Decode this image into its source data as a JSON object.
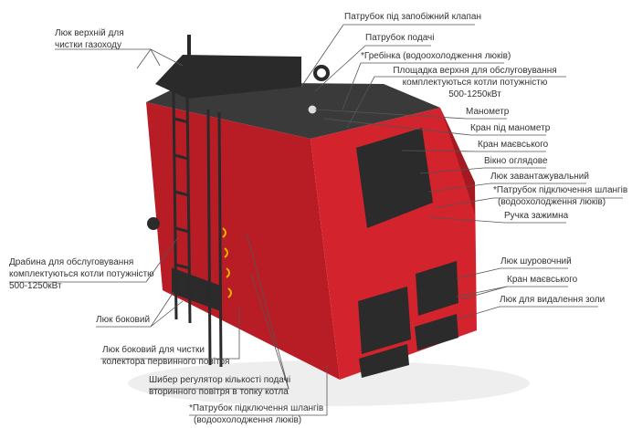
{
  "colors": {
    "body": "#c8202a",
    "body_dark": "#9c1820",
    "steel": "#2e2e2e",
    "line": "#444444"
  },
  "labels": {
    "top_hatch": [
      "Люк верхній для",
      "чистки газоходу"
    ],
    "safety_valve": "Патрубок під запобіжний клапан",
    "supply_pipe": "Патрубок подачі",
    "comb": "*Гребінка (водоохолодження люків)",
    "top_platform": [
      "Площадка верхня для обслуговування",
      "комплектуються котли потужністю",
      "500-1250кВт"
    ],
    "manometer": "Манометр",
    "manometer_valve": "Кран під манометр",
    "mayevsky_valve_top": "Кран маєвського",
    "sight_window": "Вікно оглядове",
    "loading_hatch": "Люк завантажувальний",
    "hose_pipe_top": [
      "*Патрубок підключення шлангів",
      "(водоохолодження люків)"
    ],
    "clamp_handle": "Ручка зажимна",
    "stoking_hatch": "Люк шуровочний",
    "mayevsky_valve_bottom": "Кран маєвського",
    "ash_hatch": "Люк для видалення золи",
    "ladder": [
      "Драбина для обслуговування",
      "комплектуються котли потужністю",
      "500-1250кВт"
    ],
    "side_hatch": "Люк боковий",
    "side_hatch_cleaning": [
      "Люк боковий для чистки",
      "колектора первинного повітря"
    ],
    "damper": [
      "Шибер регулятор кількості подачі",
      "вторинного повітря в топку котла"
    ],
    "hose_pipe_bottom": [
      "*Патрубок підключення шлангів",
      "(водоохолодження люків)"
    ]
  }
}
